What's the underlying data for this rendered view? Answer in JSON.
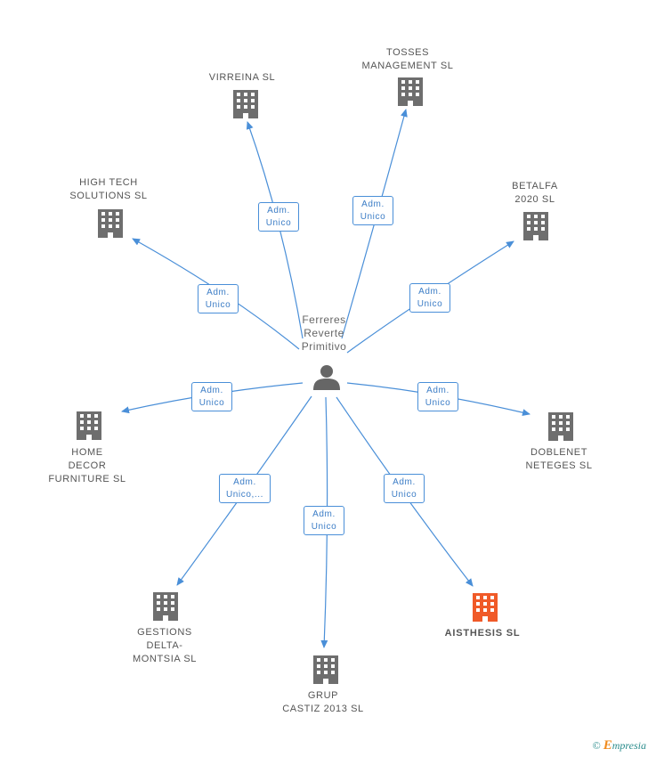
{
  "center": {
    "name_lines": [
      "Ferreres",
      "Reverte",
      "Primitivo"
    ],
    "icon": "person-icon"
  },
  "companies": [
    {
      "id": "virreina",
      "lines": [
        "VIRREINA SL"
      ],
      "icon": "building-icon",
      "highlight": false,
      "relation": [
        "Adm.",
        "Unico"
      ],
      "direction": "outgoing"
    },
    {
      "id": "tosses",
      "lines": [
        "TOSSES",
        "MANAGEMENT SL"
      ],
      "icon": "building-icon",
      "highlight": false,
      "relation": [
        "Adm.",
        "Unico"
      ],
      "direction": "outgoing"
    },
    {
      "id": "hightech",
      "lines": [
        "HIGH TECH",
        "SOLUTIONS SL"
      ],
      "icon": "building-icon",
      "highlight": false,
      "relation": [
        "Adm.",
        "Unico"
      ],
      "direction": "outgoing"
    },
    {
      "id": "betalfa",
      "lines": [
        "BETALFA",
        "2020 SL"
      ],
      "icon": "building-icon",
      "highlight": false,
      "relation": [
        "Adm.",
        "Unico"
      ],
      "direction": "outgoing"
    },
    {
      "id": "homedecor",
      "lines": [
        "HOME",
        "DECOR",
        "FURNITURE SL"
      ],
      "icon": "building-icon",
      "highlight": false,
      "relation": [
        "Adm.",
        "Unico"
      ],
      "direction": "outgoing"
    },
    {
      "id": "doblenet",
      "lines": [
        "DOBLENET",
        "NETEGES SL"
      ],
      "icon": "building-icon",
      "highlight": false,
      "relation": [
        "Adm.",
        "Unico"
      ],
      "direction": "outgoing"
    },
    {
      "id": "gestions",
      "lines": [
        "GESTIONS",
        "DELTA-",
        "MONTSIA SL"
      ],
      "icon": "building-icon",
      "highlight": false,
      "relation": [
        "Adm.",
        "Unico,..."
      ],
      "direction": "outgoing"
    },
    {
      "id": "grup",
      "lines": [
        "GRUP",
        "CASTIZ 2013 SL"
      ],
      "icon": "building-icon",
      "highlight": false,
      "relation": [
        "Adm.",
        "Unico"
      ],
      "direction": "outgoing"
    },
    {
      "id": "aisthesis",
      "lines": [
        "AISTHESIS SL"
      ],
      "icon": "building-icon",
      "highlight": true,
      "relation": [
        "Adm.",
        "Unico"
      ],
      "direction": "outgoing"
    }
  ],
  "colors": {
    "edge": "#4a8fd8",
    "building": "#6e6e6e",
    "building_highlight": "#f05a28",
    "person": "#666666"
  },
  "footer": {
    "copyright_symbol": "©",
    "brand_initial": "E",
    "brand_rest": "mpresia"
  }
}
